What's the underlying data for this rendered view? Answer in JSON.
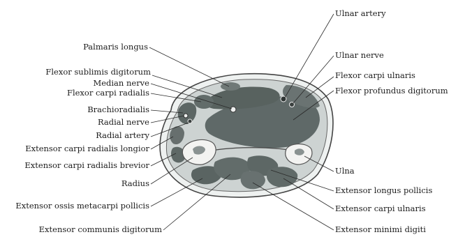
{
  "figure": {
    "labels": {
      "ulnar_artery": "Ulnar artery",
      "palmaris_longus": "Palmaris longus",
      "ulnar_nerve": "Ulnar nerve",
      "flexor_sublimis_digitorum": "Flexor sublimis digitorum",
      "flexor_carpi_ulnaris": "Flexor carpi ulnaris",
      "median_nerve": "Median nerve",
      "flexor_profundus_digitorum": "Flexor profundus digitorum",
      "flexor_carpi_radialis": "Flexor carpi radialis",
      "brachioradialis": "Brachioradialis",
      "radial_nerve": "Radial nerve",
      "radial_artery": "Radial artery",
      "extensor_carpi_radialis_longior": "Extensor carpi radialis longior",
      "extensor_carpi_radialis_brevior": "Extensor carpi radialis brevior",
      "ulna": "Ulna",
      "radius": "Radius",
      "extensor_longus_pollicis": "Extensor longus pollicis",
      "extensor_ossis_metacarpi_pollicis": "Extensor ossis metacarpi pollicis",
      "extensor_carpi_ulnaris": "Extensor carpi ulnaris",
      "extensor_communis_digitorum": "Extensor communis digitorum",
      "extensor_minimi_digiti": "Extensor minimi digiti"
    }
  }
}
